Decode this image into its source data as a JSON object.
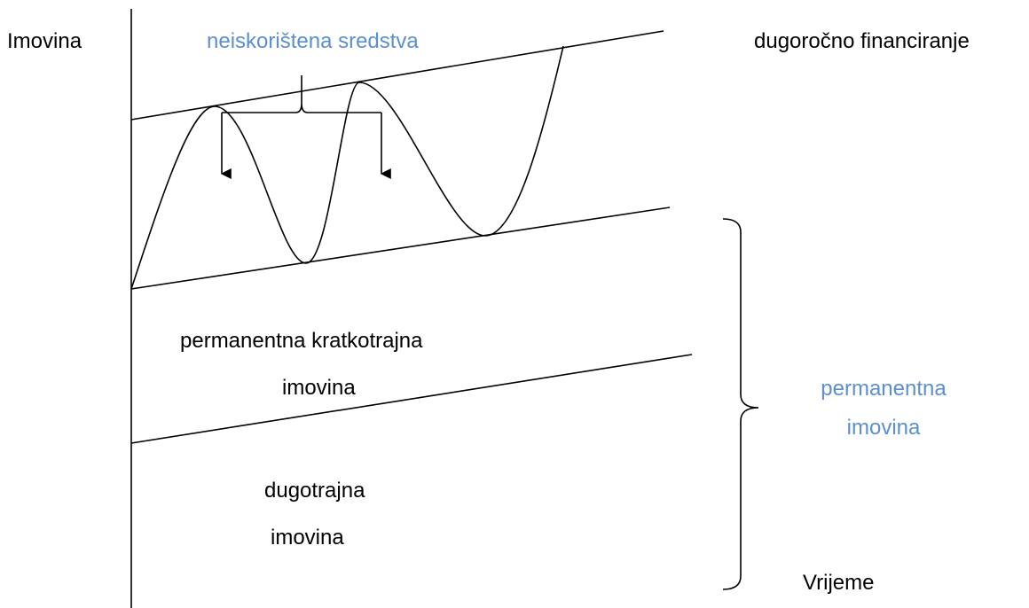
{
  "labels": {
    "y_axis": "Imovina",
    "unused_funds": "neiskorištena sredstva",
    "long_term_financing": "dugoročno financiranje",
    "permanent_current_assets_line1": "permanentna kratkotrajna",
    "permanent_current_assets_line2": "imovina",
    "permanent_assets_line1": "permanentna",
    "permanent_assets_line2": "imovina",
    "fixed_assets_line1": "dugotrajna",
    "fixed_assets_line2": "imovina",
    "x_axis": "Vrijeme"
  },
  "colors": {
    "ink": "#000000",
    "accent": "#5b8fd0"
  }
}
